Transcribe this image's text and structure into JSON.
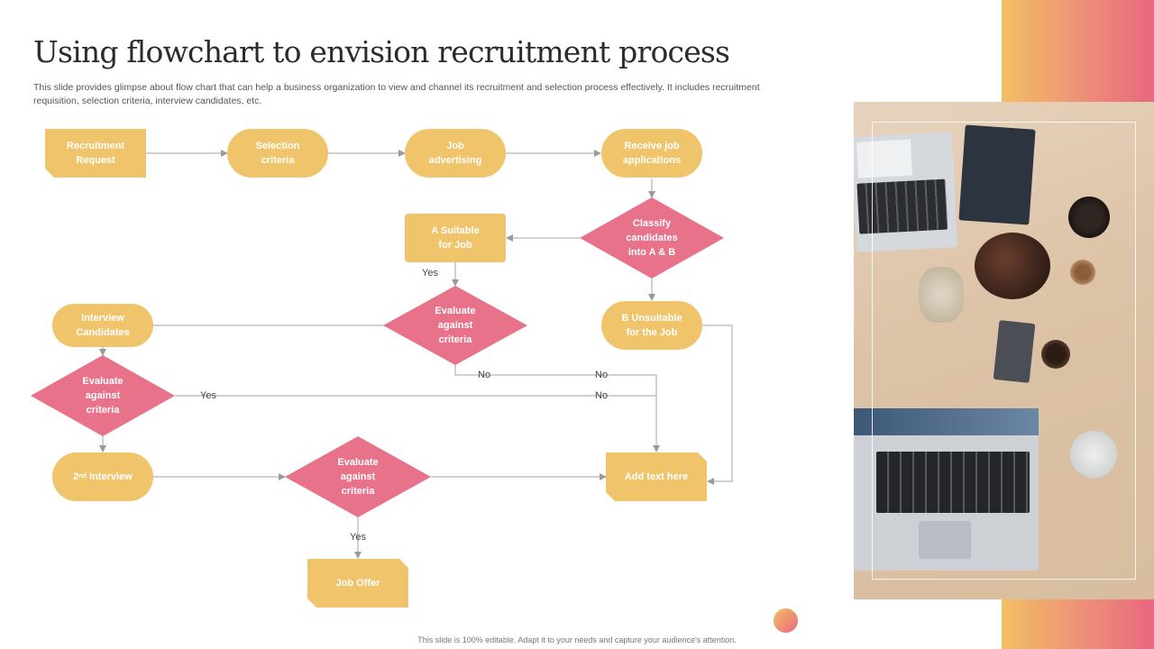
{
  "slide": {
    "title": "Using flowchart to envision recruitment process",
    "description": "This slide provides glimpse about flow chart that can help a business organization to view and channel its recruitment and selection process effectively. It includes recruitment requisition, selection criteria, interview candidates, etc.",
    "footer": "This slide is 100% editable. Adapt it to your needs and capture your audience's attention."
  },
  "colors": {
    "yellow": "#f0c46b",
    "pink": "#e8728a",
    "connector": "#9a9a9a",
    "accent_gradient": [
      "#f2c063",
      "#e9677f"
    ]
  },
  "nodes": {
    "recruitment_request": "Recruitment\nRequest",
    "selection_criteria": "Selection\ncriteria",
    "job_advertising": "Job\nadvertising",
    "receive_applications": "Receive job\napplications",
    "classify": "Classify\ncandidates\ninto A & B",
    "suitable": "A Suitable\nfor Job",
    "evaluate_1": "Evaluate\nagainst\ncriteria",
    "unsuitable": "B Unsuitable\nfor the Job",
    "interview_candidates": "Interview\nCandidates",
    "evaluate_2": "Evaluate\nagainst\ncriteria",
    "second_interview_num": "2",
    "second_interview_sup": "nd",
    "second_interview_rest": " Interview",
    "evaluate_3": "Evaluate\nagainst\ncriteria",
    "add_text": "Add text here",
    "job_offer": "Job Offer"
  },
  "edge_labels": {
    "yes_suitable": "Yes",
    "no_eval1_a": "No",
    "no_eval1_b": "No",
    "yes_eval2": "Yes",
    "no_eval2": "No",
    "yes_eval3": "Yes"
  }
}
